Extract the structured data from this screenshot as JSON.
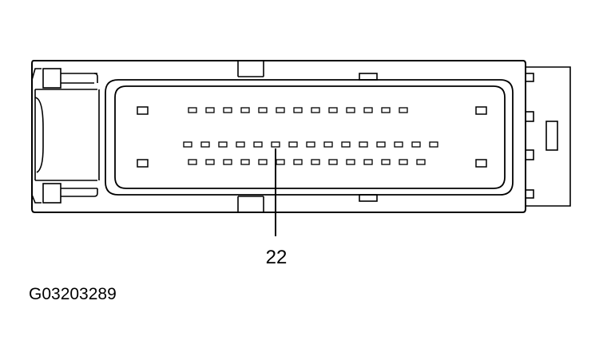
{
  "diagram": {
    "callout": {
      "pin_number": "22"
    },
    "figure_code": "G03203289",
    "pin_rows": [
      13,
      15,
      14
    ],
    "colors": {
      "stroke": "#000000",
      "background": "#ffffff"
    }
  }
}
